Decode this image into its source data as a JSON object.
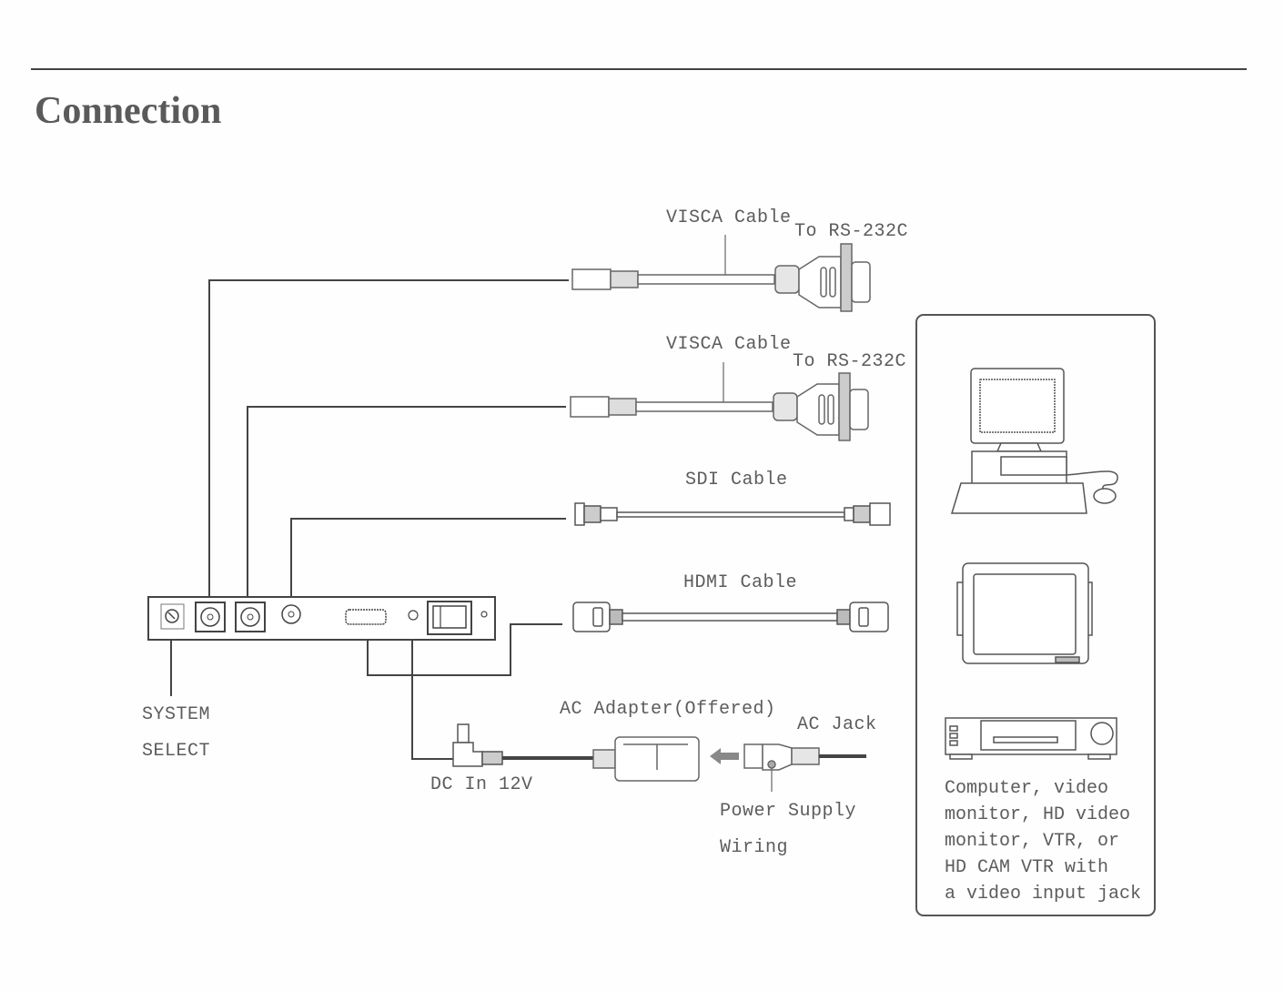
{
  "page": {
    "title": "Connection"
  },
  "cables": [
    {
      "id": "visca-1",
      "label": "VISCA Cable",
      "destination": "To RS-232C"
    },
    {
      "id": "visca-2",
      "label": "VISCA Cable",
      "destination": "To RS-232C"
    },
    {
      "id": "sdi",
      "label": "SDI Cable"
    },
    {
      "id": "hdmi",
      "label": "HDMI Cable"
    }
  ],
  "camera_panel": {
    "ports": [
      "system-select-switch",
      "visca-in",
      "visca-out",
      "sdi-out",
      "hdmi-out",
      "dc-in",
      "power-switch",
      "indicator"
    ],
    "system_select_label_line1": "SYSTEM",
    "system_select_label_line2": "SELECT"
  },
  "power": {
    "dc_in_label": "DC In 12V",
    "adapter_label": "AC Adapter(Offered)",
    "ac_jack_label": "AC Jack",
    "wiring_label_line1": "Power Supply",
    "wiring_label_line2": "Wiring"
  },
  "devices": {
    "items": [
      "computer",
      "video-monitor",
      "vtr"
    ],
    "caption_lines": [
      "Computer, video",
      "monitor, HD video",
      "monitor, VTR, or",
      "HD CAM VTR with",
      "a video input jack"
    ]
  }
}
